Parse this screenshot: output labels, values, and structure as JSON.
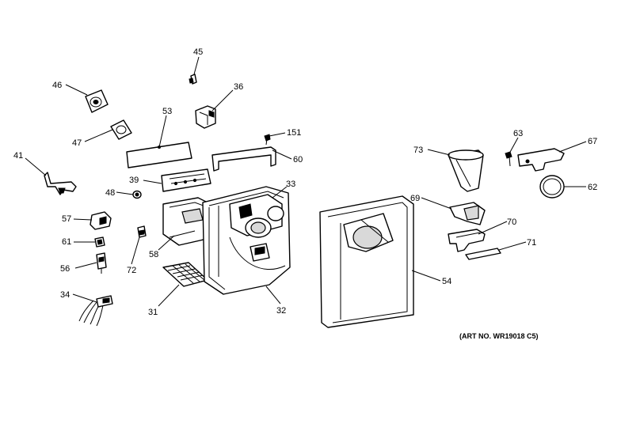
{
  "labels": {
    "p45": "45",
    "p46": "46",
    "p36": "36",
    "p53": "53",
    "p47": "47",
    "p151": "151",
    "p41": "41",
    "p60": "60",
    "p39": "39",
    "p33": "33",
    "p48": "48",
    "p57": "57",
    "p61": "61",
    "p58": "58",
    "p72": "72",
    "p56": "56",
    "p34": "34",
    "p31": "31",
    "p32": "32",
    "p73": "73",
    "p63": "63",
    "p67": "67",
    "p62": "62",
    "p69": "69",
    "p70": "70",
    "p71": "71",
    "p54": "54"
  },
  "art_number": "(ART NO. WR19018 C5)"
}
